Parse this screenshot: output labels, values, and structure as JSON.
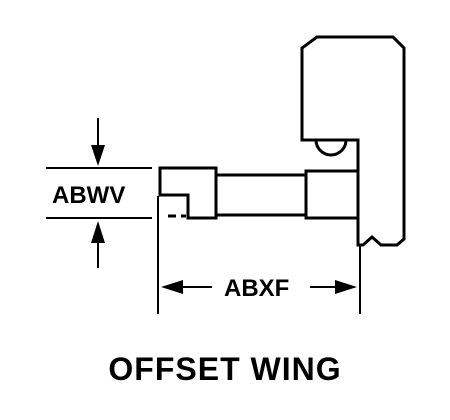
{
  "diagram": {
    "caption": "OFFSET WING",
    "dimensions": {
      "vertical_label": "ABWV",
      "horizontal_label": "ABXF"
    }
  }
}
